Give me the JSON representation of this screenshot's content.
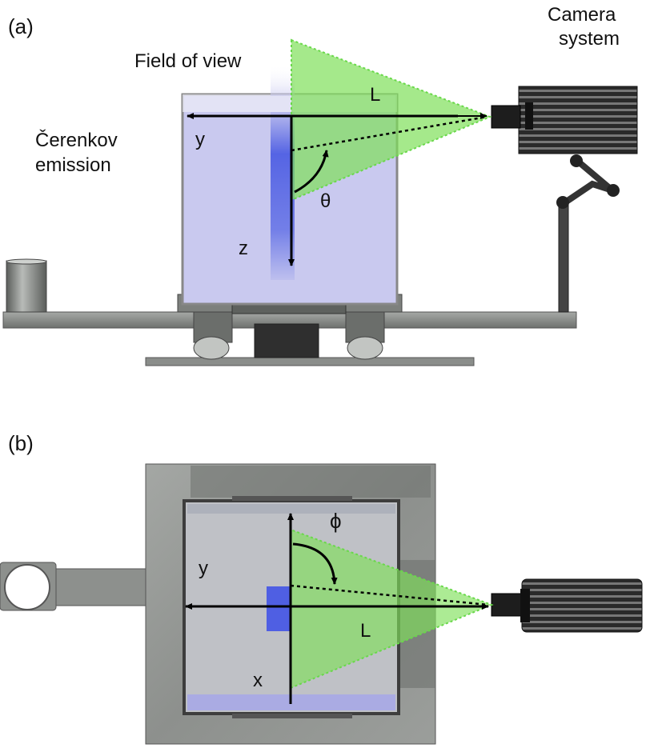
{
  "panel_a": {
    "label": "(a)",
    "camera_label_line1": "Camera",
    "camera_label_line2": "system",
    "field_of_view": "Field of view",
    "emission_line1": "Čerenkov",
    "emission_line2": "emission",
    "L": "L",
    "y": "y",
    "z": "z",
    "theta": "θ"
  },
  "panel_b": {
    "label": "(b)",
    "phi": "ϕ",
    "y": "y",
    "L": "L",
    "x": "x"
  },
  "colors": {
    "water": "#c9c9ef",
    "beam": "#4f5fe3",
    "fov": "#7fe05a",
    "metal": "#8c8f8c",
    "dark_metal": "#3a3a3a"
  }
}
